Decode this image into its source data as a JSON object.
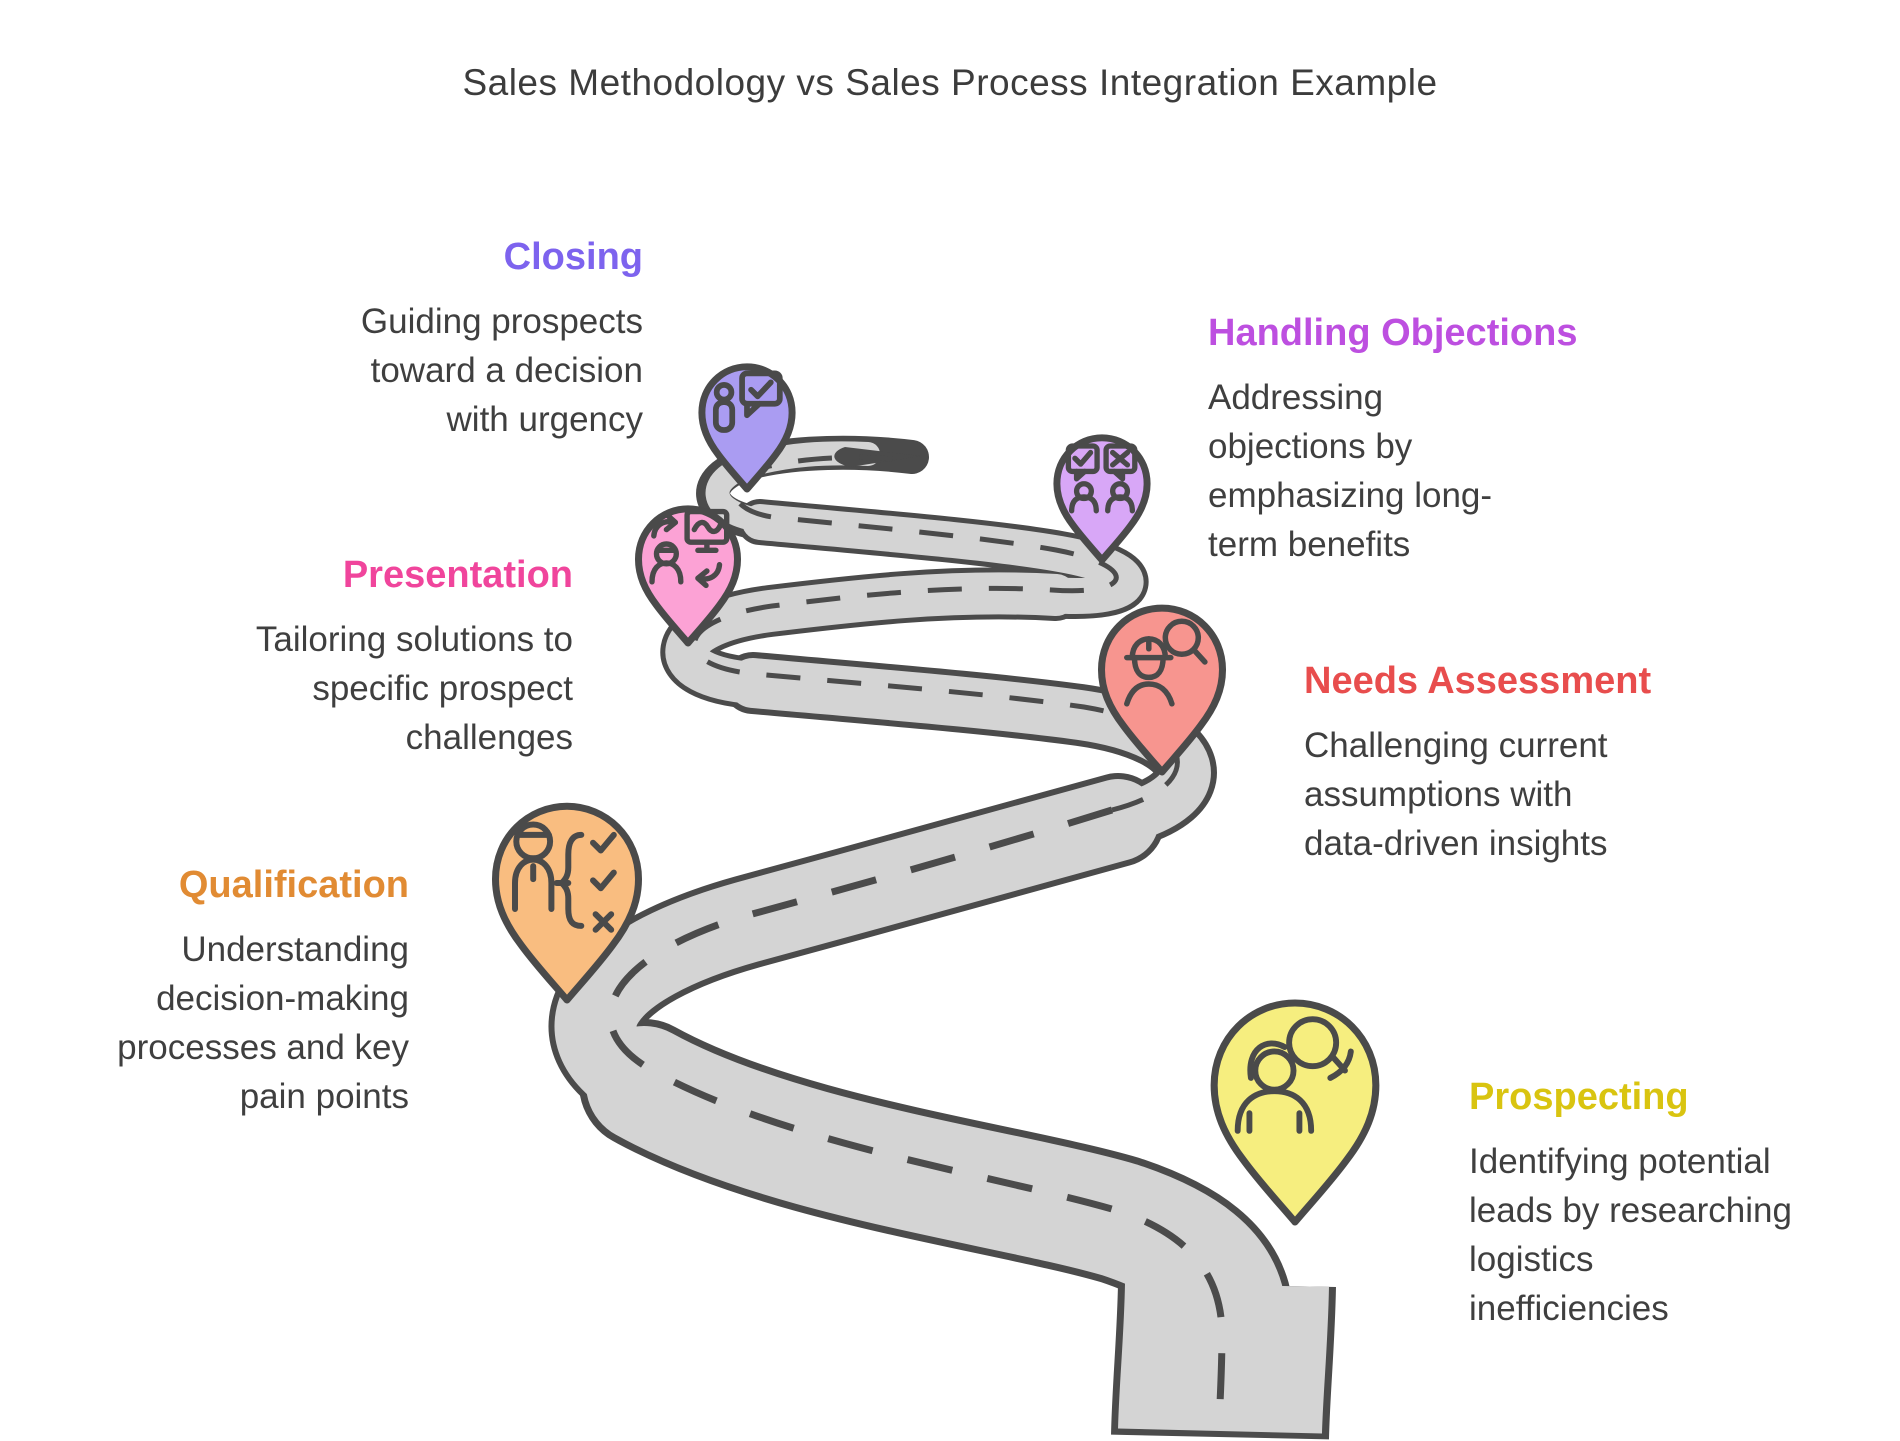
{
  "title": "Sales Methodology vs Sales Process Integration Example",
  "road": {
    "fill_color": "#d4d4d4",
    "outline_color": "#4b4b4b",
    "dash_color": "#4b4b4b",
    "style": "winding-road-with-dashed-center-line"
  },
  "stages": [
    {
      "id": "closing",
      "label": "Closing",
      "description": "Guiding prospects\ntoward a decision\nwith urgency",
      "heading_color": "#7d63ee",
      "pin_color": "#aa9cf2",
      "icon": "person-speech-bubble-check-icon"
    },
    {
      "id": "handling-objections",
      "label": "Handling Objections",
      "description": "Addressing\nobjections by\nemphasizing long-\nterm benefits",
      "heading_color": "#bd4fe0",
      "pin_color": "#d8a7f7",
      "icon": "two-people-check-x-bubbles-icon"
    },
    {
      "id": "presentation",
      "label": "Presentation",
      "description": "Tailoring solutions to\nspecific prospect\nchallenges",
      "heading_color": "#f0459c",
      "pin_color": "#fca2d5",
      "icon": "person-monitor-sync-arrows-icon"
    },
    {
      "id": "needs-assessment",
      "label": "Needs Assessment",
      "description": "Challenging current\nassumptions with\ndata-driven insights",
      "heading_color": "#e84d4d",
      "pin_color": "#f7958f",
      "icon": "engineer-magnifier-icon"
    },
    {
      "id": "qualification",
      "label": "Qualification",
      "description": "Understanding\ndecision-making\nprocesses and key\npain points",
      "heading_color": "#e18b33",
      "pin_color": "#f9bd80",
      "icon": "person-checklist-icon"
    },
    {
      "id": "prospecting",
      "label": "Prospecting",
      "description": "Identifying potential\nleads by researching\nlogistics\ninefficiencies",
      "heading_color": "#d9c410",
      "pin_color": "#f6ee7f",
      "icon": "two-people-magnifier-icon"
    }
  ]
}
